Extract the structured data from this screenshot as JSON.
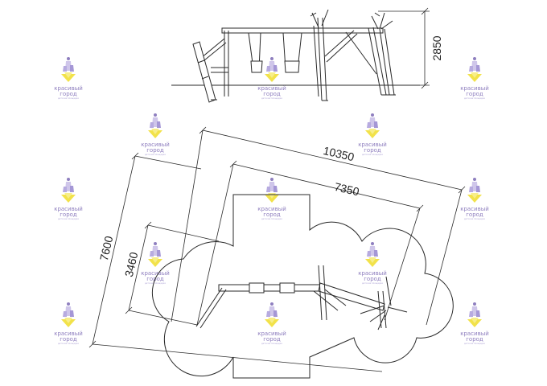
{
  "watermark": {
    "brand_line1": "красивый",
    "brand_line2": "город",
    "tagline": "детские площадки"
  },
  "dimensions": {
    "elevation_height": "2850",
    "plan_overall_length": "10350",
    "plan_inner_length": "7350",
    "plan_overall_width": "7600",
    "plan_inner_width": "3460"
  },
  "colors": {
    "line": "#2a2a2a",
    "watermark_yellow": "#f2e24a",
    "watermark_purple": "#8f7fbf",
    "watermark_light": "#cfc6ea"
  }
}
